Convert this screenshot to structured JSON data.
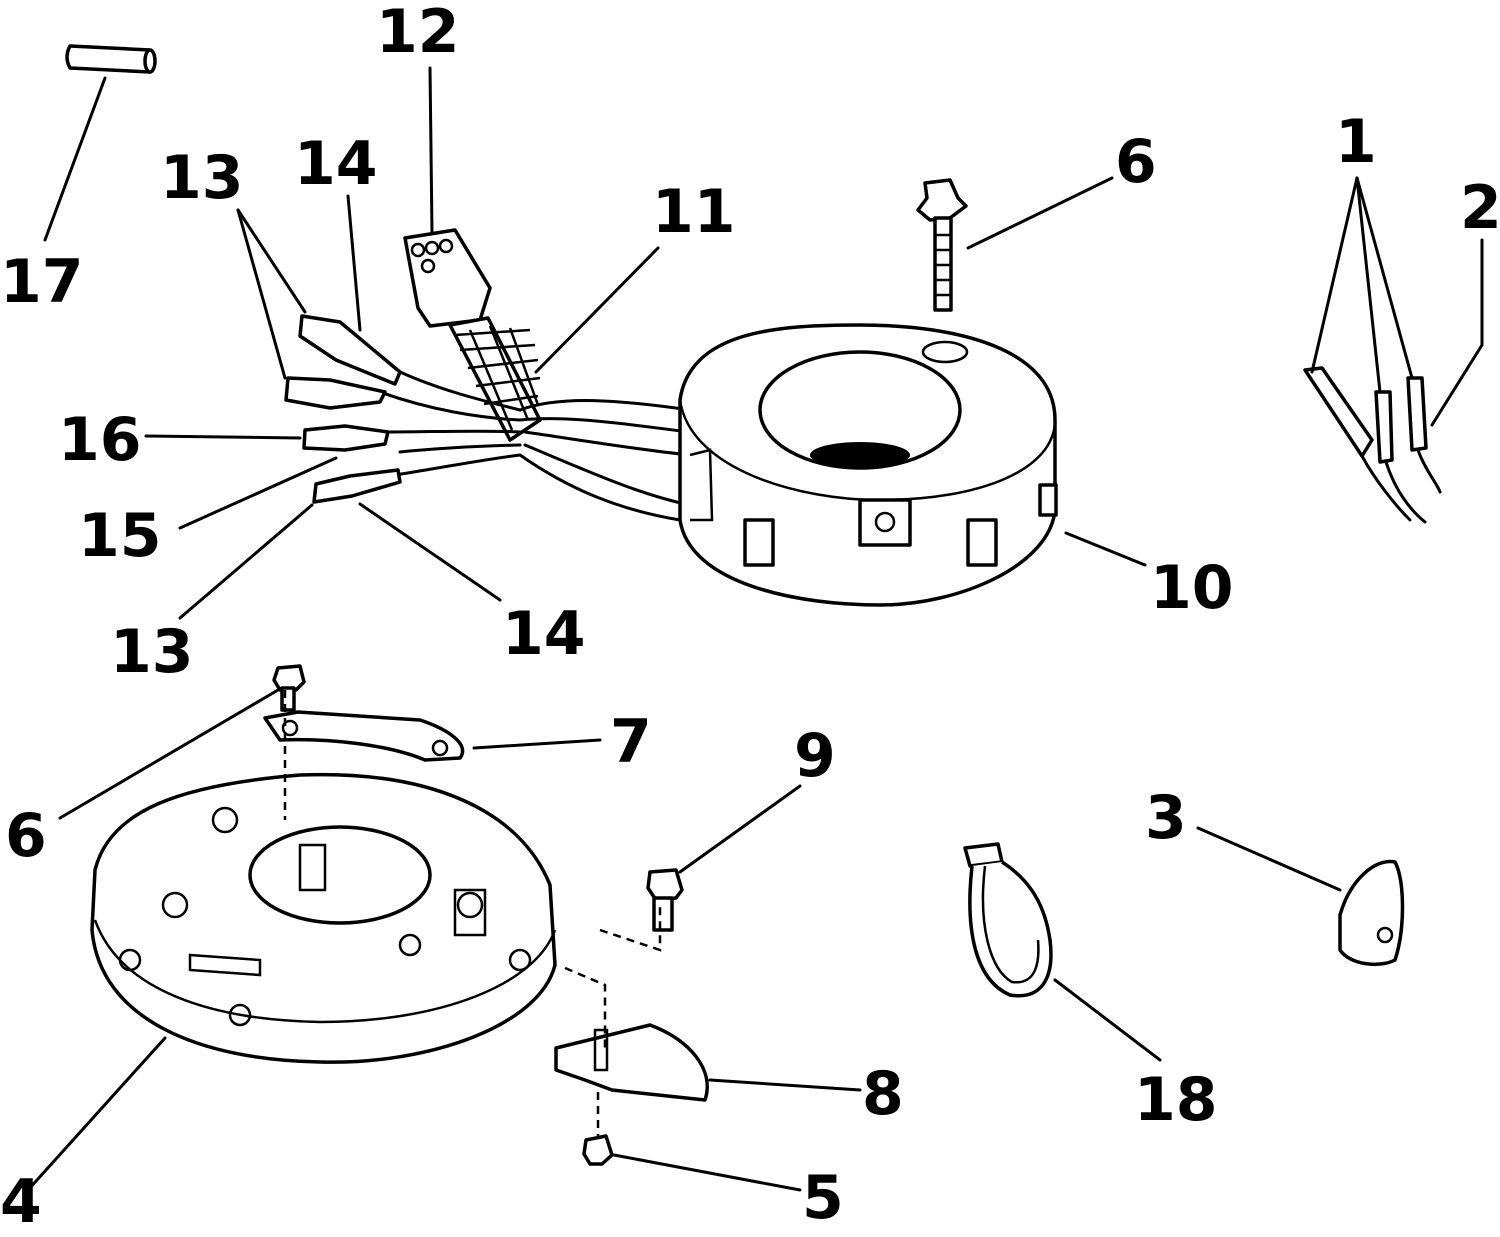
{
  "colors": {
    "ink": "#000000",
    "paper": "#ffffff"
  },
  "callouts": [
    {
      "key": "c1",
      "label": "1"
    },
    {
      "key": "c2",
      "label": "2"
    },
    {
      "key": "c3",
      "label": "3"
    },
    {
      "key": "c4",
      "label": "4"
    },
    {
      "key": "c5",
      "label": "5"
    },
    {
      "key": "c6a",
      "label": "6"
    },
    {
      "key": "c6b",
      "label": "6"
    },
    {
      "key": "c7",
      "label": "7"
    },
    {
      "key": "c8",
      "label": "8"
    },
    {
      "key": "c9",
      "label": "9"
    },
    {
      "key": "c10",
      "label": "10"
    },
    {
      "key": "c11",
      "label": "11"
    },
    {
      "key": "c12",
      "label": "12"
    },
    {
      "key": "c13a",
      "label": "13"
    },
    {
      "key": "c13b",
      "label": "13"
    },
    {
      "key": "c14a",
      "label": "14"
    },
    {
      "key": "c14b",
      "label": "14"
    },
    {
      "key": "c15",
      "label": "15"
    },
    {
      "key": "c16",
      "label": "16"
    },
    {
      "key": "c17",
      "label": "17"
    },
    {
      "key": "c18",
      "label": "18"
    }
  ]
}
